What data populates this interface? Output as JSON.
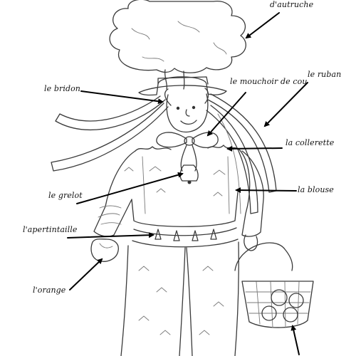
{
  "labels": {
    "plumes": "d'autruche",
    "bridon": "le bridon",
    "mouchoir": "le mouchoir de cou",
    "ruban": "le ruban",
    "collerette": "la collerette",
    "grelot": "le grelot",
    "blouse": "la blouse",
    "apertintaille": "l'apertintaille",
    "orange": "l'orange"
  }
}
